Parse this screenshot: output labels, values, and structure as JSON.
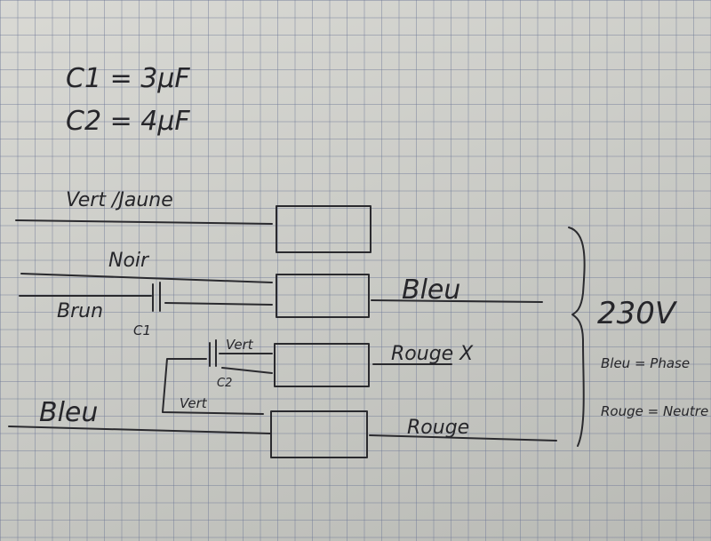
{
  "capacitors": {
    "c1_value": "C1 = 3μF",
    "c2_value": "C2 = 4μF"
  },
  "wires": {
    "left": {
      "green_yellow": "Vert /Jaune",
      "black": "Noir",
      "brown": "Brun",
      "green_top": "Vert",
      "green_loop": "Vert",
      "blue": "Bleu"
    },
    "right": {
      "blue": "Bleu",
      "red_x": "Rouge X",
      "red": "Rouge"
    }
  },
  "components": {
    "c1_label": "C1",
    "c2_label": "C2"
  },
  "supply": {
    "voltage": "230V",
    "blue_note": "Bleu = Phase",
    "red_note": "Rouge = Neutre"
  }
}
